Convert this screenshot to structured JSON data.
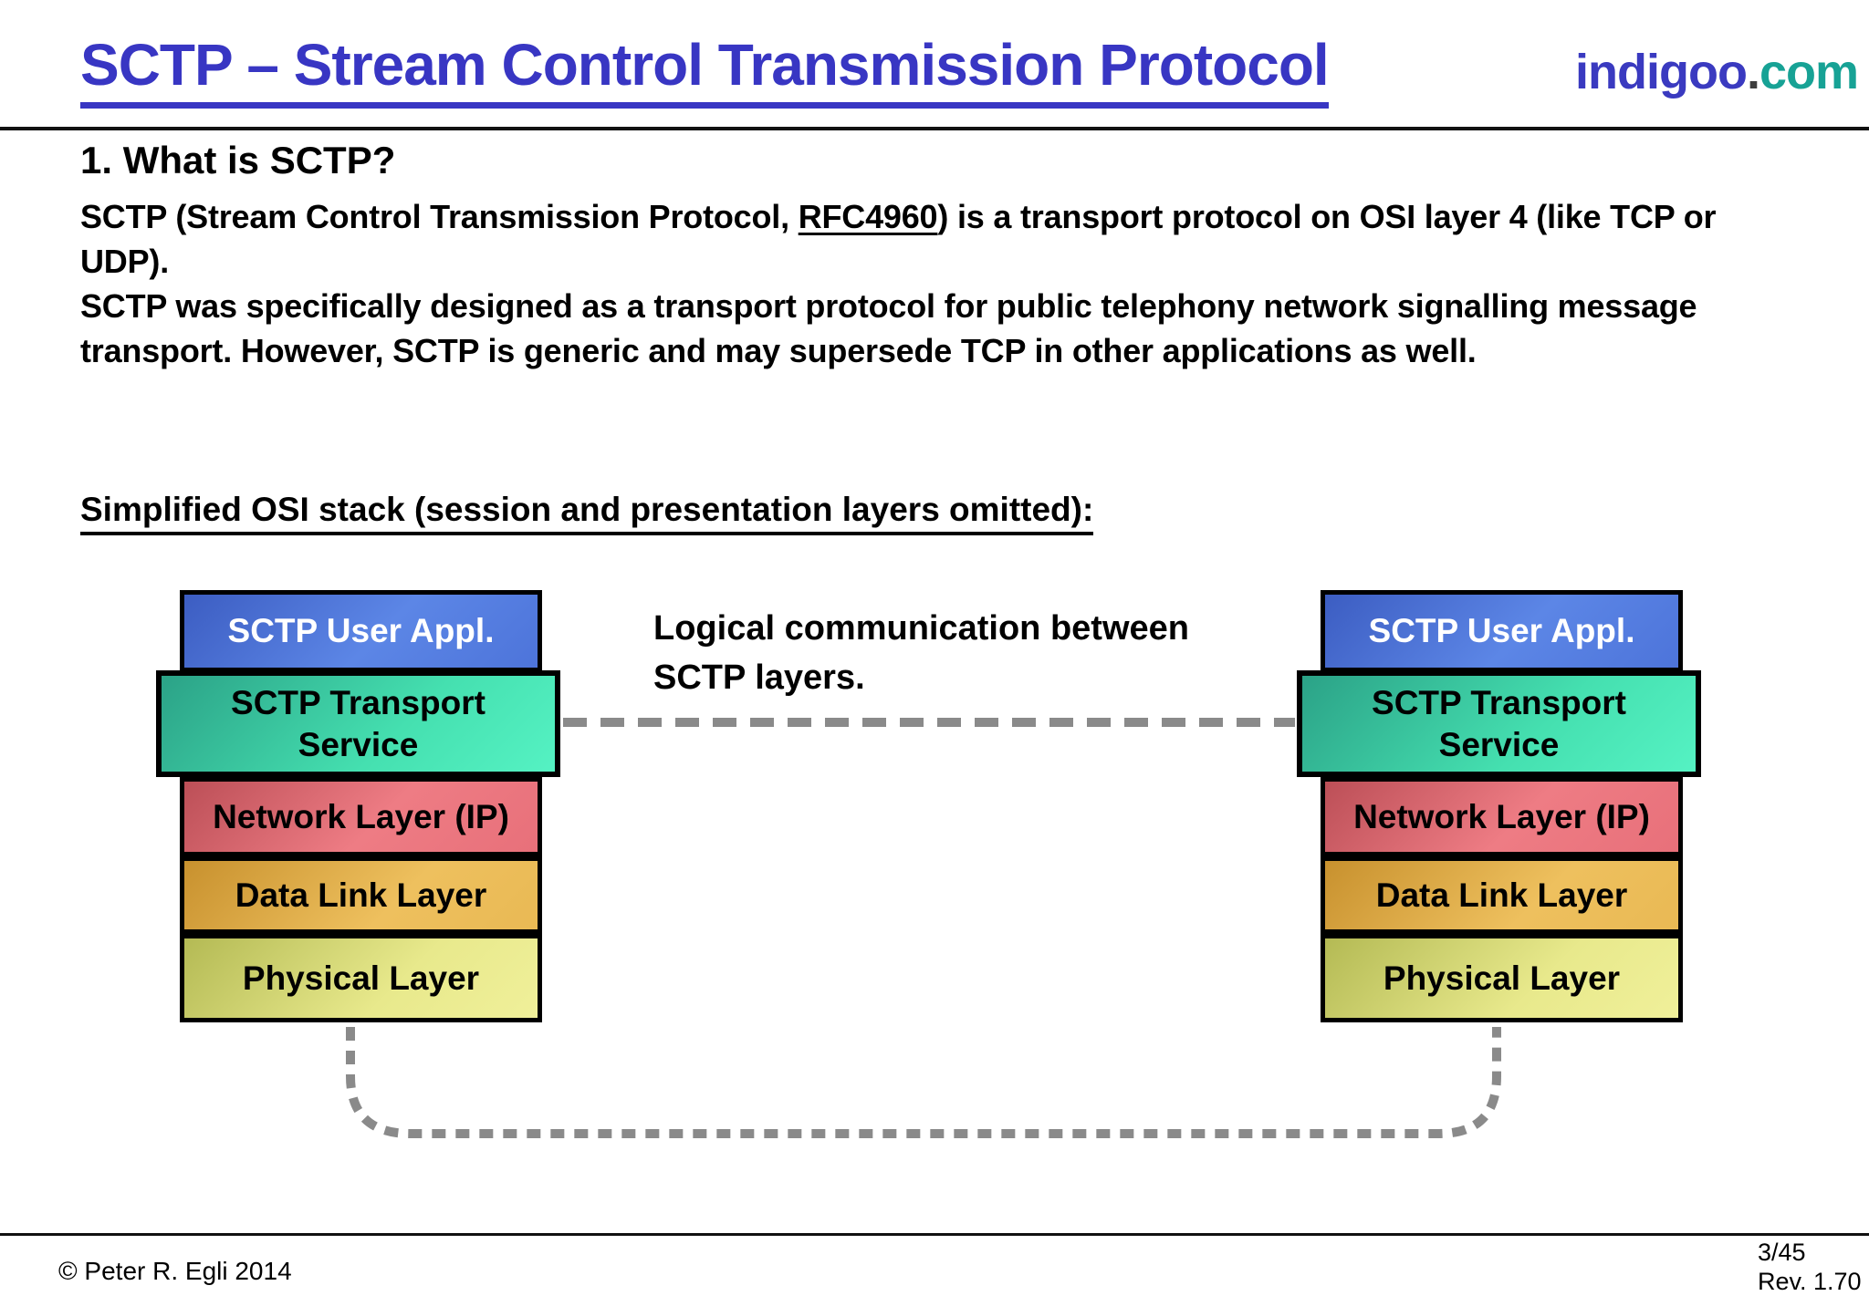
{
  "header": {
    "title": "SCTP – Stream Control Transmission Protocol",
    "logo": {
      "name": "indigoo",
      "dot": ".",
      "tld": "com"
    },
    "colors": {
      "title_blue": "#3836c3",
      "logo_blue": "#3a3ac0",
      "logo_teal": "#17a295"
    }
  },
  "content": {
    "heading": "1. What is SCTP?",
    "para1_before": "SCTP (Stream Control Transmission Protocol, ",
    "para1_rfc": "RFC4960",
    "para1_after": ") is a transport protocol on OSI layer 4 (like TCP or UDP).",
    "para2": "SCTP was specifically designed as a transport protocol for public telephony network signalling message transport. However, SCTP is generic and may supersede TCP in other applications as well.",
    "stack_heading": "Simplified OSI stack (session and presentation layers omitted):"
  },
  "diagram": {
    "annotation": "Logical communication between SCTP layers.",
    "layers": [
      {
        "label": "SCTP User Appl.",
        "color_top": "#3c5dc2",
        "color_bottom": "#5c86e6",
        "text_color": "#ffffff"
      },
      {
        "label": "SCTP Transport Service",
        "color_top": "#2ba287",
        "color_bottom": "#55f2c3",
        "text_color": "#000000"
      },
      {
        "label": "Network Layer (IP)",
        "color_top": "#bc4f57",
        "color_bottom": "#ee7c84",
        "text_color": "#000000"
      },
      {
        "label": "Data Link Layer",
        "color_top": "#c8912e",
        "color_bottom": "#eec05e",
        "text_color": "#000000"
      },
      {
        "label": "Physical Layer",
        "color_top": "#b4ba54",
        "color_bottom": "#f0f09a",
        "text_color": "#000000"
      }
    ],
    "dash_color": "#8a8a8a"
  },
  "footer": {
    "copyright": "© Peter R. Egli 2014",
    "page": "3/45",
    "revision": "Rev. 1.70"
  }
}
